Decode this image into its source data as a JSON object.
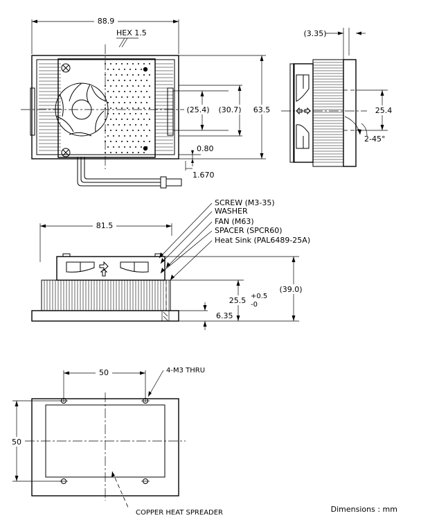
{
  "top_view": {
    "width": "88.9",
    "hex": "HEX 1.5",
    "inner_a": "(25.4)",
    "inner_b": "(30.7)",
    "height": "63.5",
    "offset_small": "0.80",
    "offset_large": "1.670"
  },
  "side_view": {
    "offset": "(3.35)",
    "spacing": "25.4",
    "chamfer": "2-45°"
  },
  "front_view": {
    "width": "81.5",
    "parts": [
      "SCREW (M3-35)",
      "WASHER",
      "FAN (M63)",
      "SPACER (SPCR60)",
      "Heat Sink (PAL6489-25A)"
    ],
    "fin_height": "25.5",
    "tol_plus": "+0.5",
    "tol_minus": "-0",
    "total_height": "(39.0)",
    "base_thickness": "6.35"
  },
  "bottom_view": {
    "hole_spacing_x": "50",
    "hole_spacing_y": "50",
    "holes": "4-M3 THRU",
    "spreader": "COPPER HEAT SPREADER"
  },
  "units_note": "Dimensions : mm"
}
